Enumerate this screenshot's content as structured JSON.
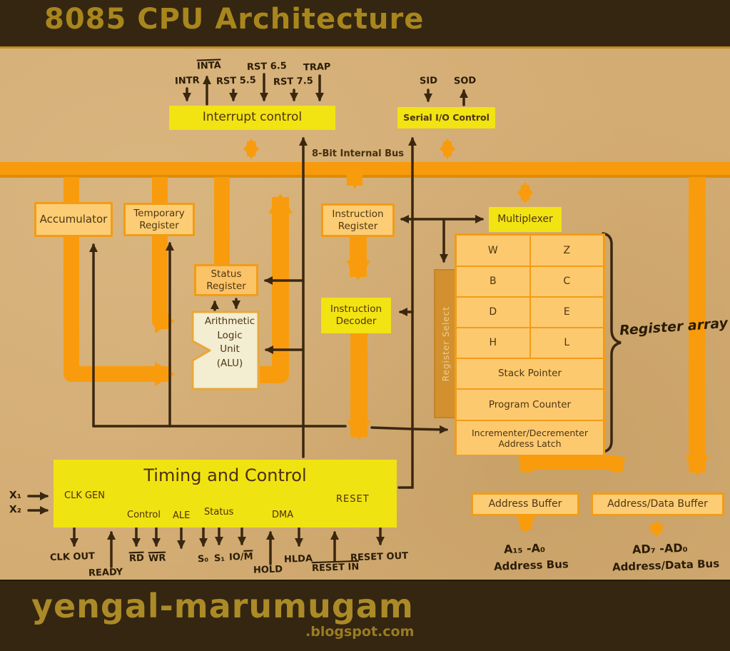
{
  "header": {
    "title": "8085 CPU Architecture"
  },
  "footer": {
    "brand": "yengal-marumugam",
    "domain": ".blogspot.com"
  },
  "bus": {
    "label": "8-Bit Internal Bus"
  },
  "interrupt_signals": {
    "intr": "INTR",
    "inta": "INTA",
    "rst55": "RST 5.5",
    "rst65": "RST 6.5",
    "rst75": "RST 7.5",
    "trap": "TRAP"
  },
  "serial_signals": {
    "sid": "SID",
    "sod": "SOD"
  },
  "blocks": {
    "interrupt_control": "Interrupt control",
    "serial_io_control": "Serial I/O Control",
    "accumulator": "Accumulator",
    "temporary_register": "Temporary\nRegister",
    "status_register": "Status\nRegister",
    "alu": "Arithmetic\nLogic\nUnit\n(ALU)",
    "instruction_register": "Instruction\nRegister",
    "instruction_decoder": "Instruction\nDecoder",
    "multiplexer": "Multiplexer",
    "register_select": "Register Select",
    "address_buffer": "Address Buffer",
    "address_data_buffer": "Address/Data Buffer"
  },
  "register_array": {
    "w": "W",
    "z": "Z",
    "b": "B",
    "c": "C",
    "d": "D",
    "e": "E",
    "h": "H",
    "l": "L",
    "stack_pointer": "Stack Pointer",
    "program_counter": "Program Counter",
    "incrementer": "Incrementer/Decrementer\nAddress Latch",
    "brace_label": "Register\narray"
  },
  "timing": {
    "title": "Timing and Control",
    "clk_gen": "CLK\nGEN",
    "control": "Control",
    "ale": "ALE",
    "status": "Status",
    "dma": "DMA",
    "reset": "RESET"
  },
  "pins": {
    "x1": "X₁",
    "x2": "X₂",
    "clk_out": "CLK OUT",
    "ready": "READY",
    "rd": "RD",
    "wr": "WR",
    "s0": "S₀",
    "s1": "S₁",
    "io_prefix": "IO/",
    "io_m": "M",
    "hold": "HOLD",
    "hlda": "HLDA",
    "reset_in": "RESET IN",
    "reset_out": "RESET OUT"
  },
  "output_buses": {
    "address_range": "A₁₅ -A₀",
    "address_name": "Address Bus",
    "ad_range": "AD₇ -AD₀",
    "ad_name": "Address/Data Bus"
  }
}
